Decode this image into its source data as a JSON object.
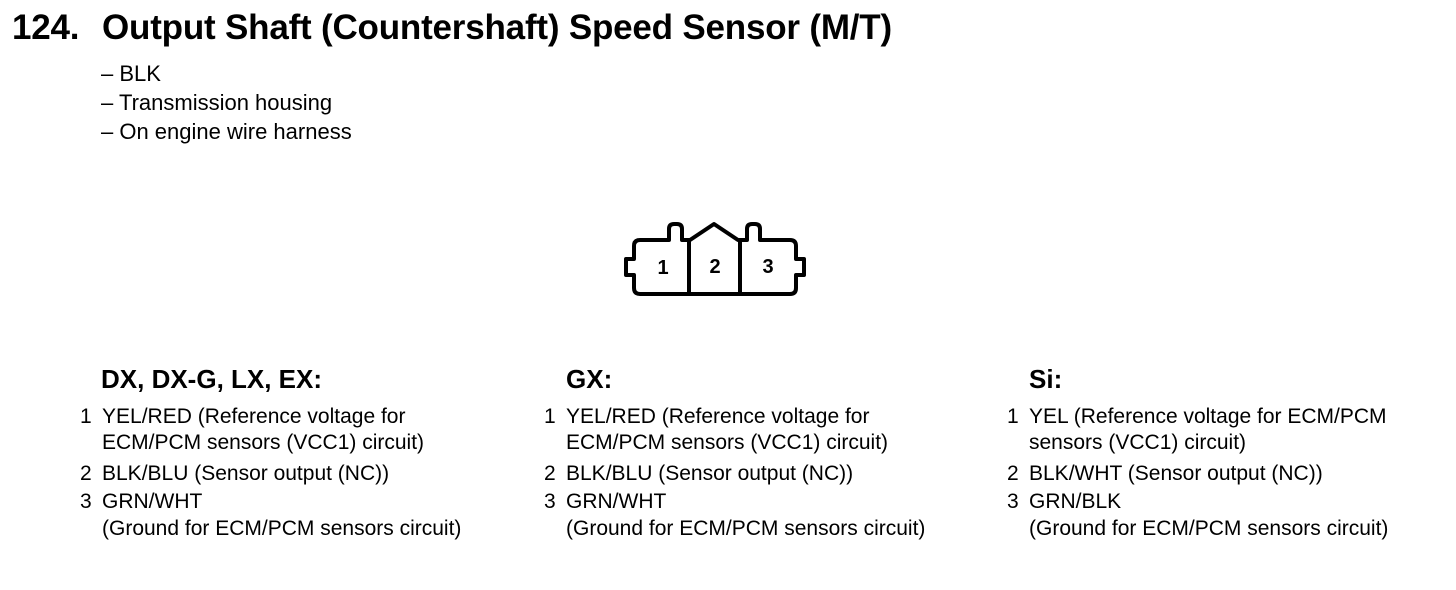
{
  "title": {
    "number": "124.",
    "text": "Output Shaft (Countershaft) Speed Sensor (M/T)"
  },
  "bullets": [
    "– BLK",
    "– Transmission housing",
    "– On engine wire harness"
  ],
  "connector": {
    "pins": [
      "1",
      "2",
      "3"
    ]
  },
  "columns": [
    {
      "heading": "DX, DX-G, LX, EX:",
      "pins": [
        {
          "num": "1",
          "lines": [
            "YEL/RED (Reference voltage for",
            "ECM/PCM sensors (VCC1) circuit)"
          ]
        },
        {
          "num": "2",
          "lines": [
            "BLK/BLU (Sensor output (NC))"
          ]
        },
        {
          "num": "3",
          "lines": [
            "GRN/WHT",
            "(Ground for ECM/PCM sensors circuit)"
          ]
        }
      ]
    },
    {
      "heading": "GX:",
      "pins": [
        {
          "num": "1",
          "lines": [
            "YEL/RED (Reference voltage for",
            "ECM/PCM sensors (VCC1) circuit)"
          ]
        },
        {
          "num": "2",
          "lines": [
            "BLK/BLU (Sensor output (NC))"
          ]
        },
        {
          "num": "3",
          "lines": [
            "GRN/WHT",
            "(Ground for ECM/PCM sensors circuit)"
          ]
        }
      ]
    },
    {
      "heading": "Si:",
      "pins": [
        {
          "num": "1",
          "lines": [
            "YEL (Reference voltage for ECM/PCM",
            "sensors (VCC1) circuit)"
          ]
        },
        {
          "num": "2",
          "lines": [
            "BLK/WHT (Sensor output (NC))"
          ]
        },
        {
          "num": "3",
          "lines": [
            "GRN/BLK",
            "(Ground for ECM/PCM sensors circuit)"
          ]
        }
      ]
    }
  ]
}
